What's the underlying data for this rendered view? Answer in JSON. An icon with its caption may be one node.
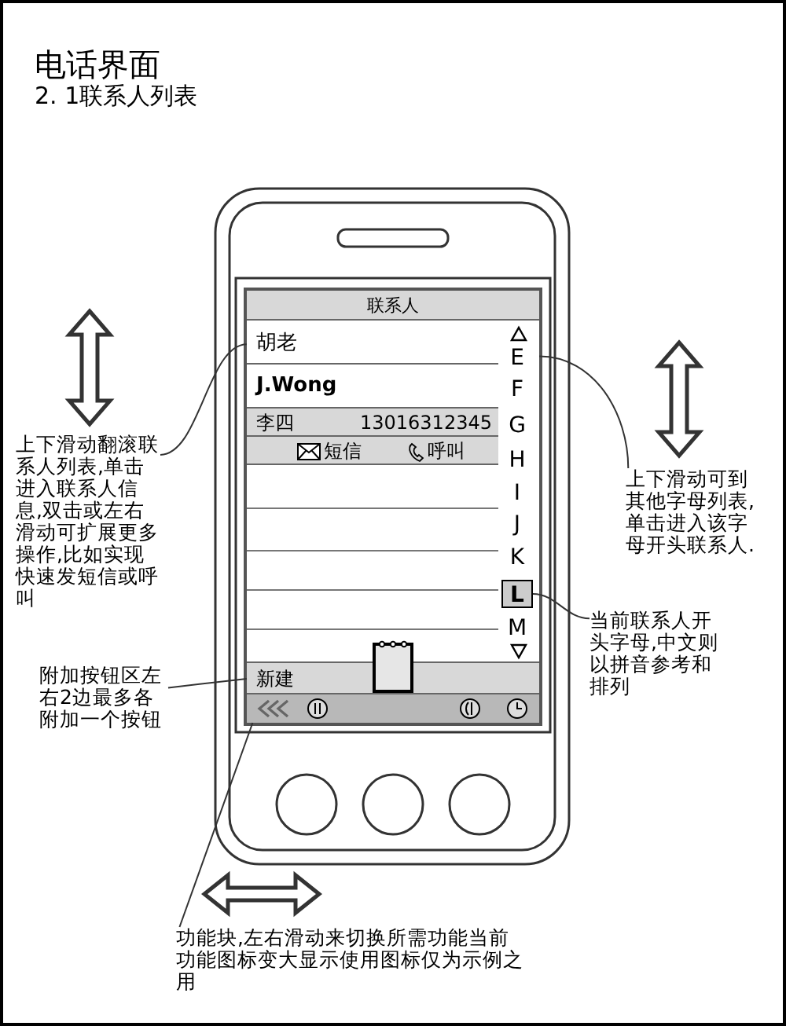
{
  "diagram": {
    "title": "电话界面",
    "nodes": [
      {
        "text": [
          "联系人"
        ]
      },
      {
        "text": [],
        "shape": "box"
      },
      {
        "text": [
          "胡老"
        ],
        "in": 1
      },
      {
        "text": [
          "J.Wong"
        ],
        "in": 1
      },
      {
        "text": [
          "李四",
          "13016312345"
        ],
        "in": 1
      },
      {
        "text": [
          "短信",
          "呼叫"
        ],
        "in": 1
      },
      {
        "text": [],
        "shape": "bar",
        "in": 1
      },
      {
        "text": [
          "E"
        ],
        "in": 6
      },
      {
        "text": [
          "F"
        ],
        "in": 6
      },
      {
        "text": [
          "G"
        ],
        "in": 6
      },
      {
        "text": [
          "H"
        ],
        "in": 6
      },
      {
        "text": [
          "I"
        ],
        "in": 6
      },
      {
        "text": [
          "J"
        ],
        "in": 6
      },
      {
        "text": [
          "K"
        ],
        "in": 6
      },
      {
        "text": [
          "L"
        ],
        "in": 6
      },
      {
        "text": [
          "M"
        ],
        "in": 6
      },
      {
        "text": [
          "新建"
        ]
      },
      {
        "text": [],
        "shape": "bar"
      },
      {
        "text": [
          "上下滑动翻滚联系人列表,单击进入联系人信息,双击或左右滑动可扩展更多操作,比如实现快速发短信或呼叫"
        ]
      },
      {
        "text": [
          "上下滑动可到其他字母列表,单击进入该字母开头联系人."
        ]
      },
      {
        "text": [
          "当前联系人开头字母,中文则以拼音参考和排列"
        ]
      },
      {
        "text": [
          "附加按钮区左右2边最多各附加一个按钮"
        ]
      },
      {
        "text": [
          "功能块,左右滑动来切换所需功能当前功能图标变大显示使用图标仅为示例之用"
        ]
      }
    ],
    "edges": [
      {
        "from": 18,
        "to": 1,
        "arrow": "none"
      },
      {
        "from": 19,
        "to": 6,
        "arrow": "none"
      },
      {
        "from": 20,
        "to": 14,
        "arrow": "none"
      },
      {
        "from": 21,
        "to": 16,
        "arrow": "none"
      },
      {
        "from": 22,
        "to": 17,
        "arrow": "none"
      }
    ],
    "labels": [
      "2. 1联系人列表"
    ]
  }
}
